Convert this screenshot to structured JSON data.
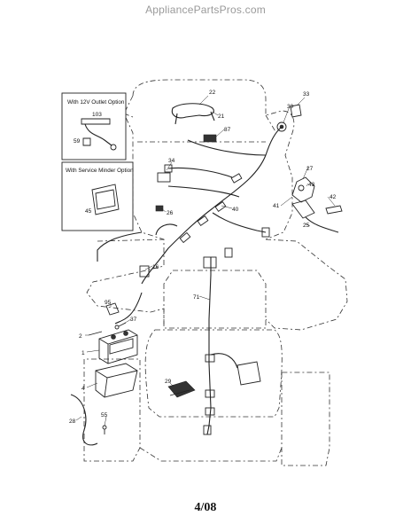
{
  "watermark": "AppliancePartsPros.com",
  "footer": "4/08",
  "inset_boxes": {
    "outlet": {
      "title": "With 12V Outlet Option",
      "labels": [
        "103",
        "59"
      ]
    },
    "service": {
      "title": "With Service Minder Option",
      "labels": [
        "45"
      ]
    }
  },
  "part_labels": {
    "p22": "22",
    "p21": "21",
    "p87": "87",
    "p33": "33",
    "p30": "30",
    "p34": "34",
    "p27": "27",
    "p43": "43",
    "p42": "42",
    "p41": "41",
    "p26": "26",
    "p40": "40",
    "p25": "25",
    "p16": "16",
    "p71": "71",
    "p95": "95",
    "p37": "37",
    "p2": "2",
    "p1": "1",
    "p4": "4",
    "p29": "29",
    "p28": "28",
    "p55": "55"
  }
}
